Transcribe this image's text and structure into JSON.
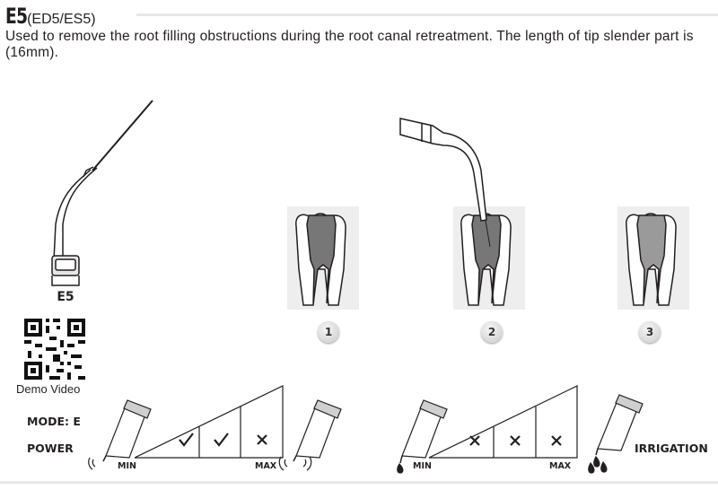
{
  "title": {
    "code": "E5",
    "subtitle": "(ED5/ES5)"
  },
  "description": "Used to remove the root filling obstructions during the root canal retreatment. The length of tip slender part is (16mm).",
  "tip_label": "E5",
  "qr_label": "Demo Video",
  "steps": [
    "1",
    "2",
    "3"
  ],
  "mode_label": "MODE: E",
  "power_label": "POWER",
  "irrigation_label": "IRRIGATION",
  "power_scale": {
    "min": "MIN",
    "max": "MAX",
    "levels": [
      "check",
      "check",
      "cross"
    ]
  },
  "irrigation_scale": {
    "min": "MIN",
    "max": "MAX",
    "levels": [
      "cross",
      "cross",
      "cross"
    ]
  }
}
